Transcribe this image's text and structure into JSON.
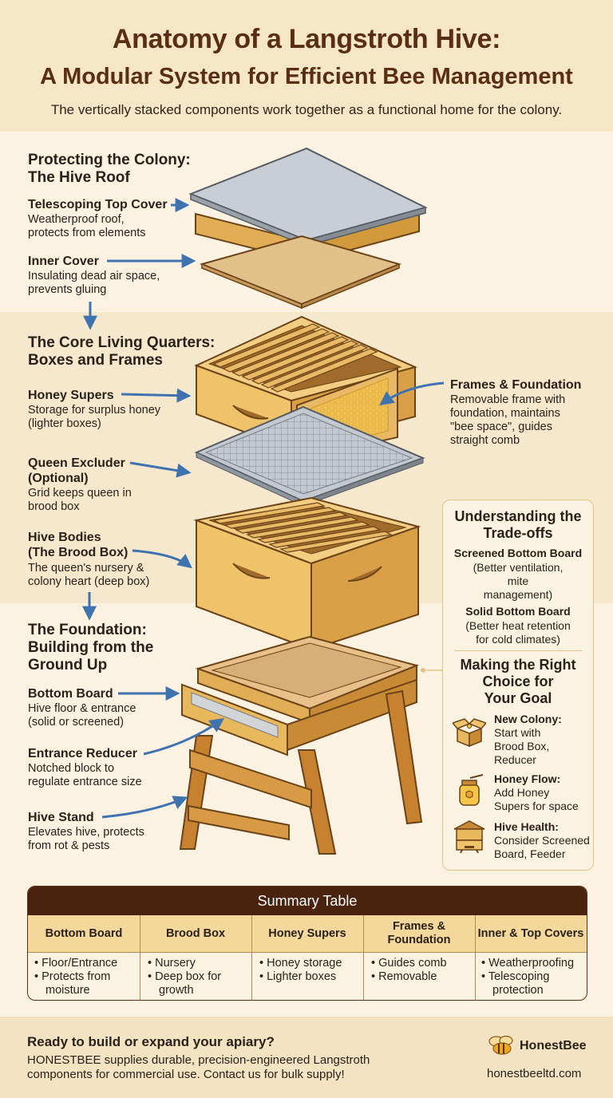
{
  "header": {
    "title_line1": "Anatomy of a Langstroth Hive:",
    "title_line2": "A Modular System for Efficient Bee Management",
    "subtitle": "The vertically stacked components work together as a functional home for the colony."
  },
  "sections": {
    "roof": {
      "heading_line1": "Protecting the Colony:",
      "heading_line2": "The Hive Roof",
      "items": [
        {
          "label": "Telescoping Top Cover",
          "desc_line1": "Weatherproof roof,",
          "desc_line2": "protects from elements"
        },
        {
          "label": "Inner Cover",
          "desc_line1": "Insulating dead air space,",
          "desc_line2": "prevents gluing"
        }
      ]
    },
    "core": {
      "heading_line1": "The Core Living Quarters:",
      "heading_line2": "Boxes and Frames",
      "items": [
        {
          "label": "Honey Supers",
          "desc_line1": "Storage for surplus honey",
          "desc_line2": "(lighter boxes)"
        },
        {
          "label_line1": "Queen Excluder",
          "label_line2": "(Optional)",
          "desc_line1": "Grid keeps queen in",
          "desc_line2": "brood box"
        },
        {
          "label_line1": "Hive Bodies",
          "label_line2": "(The Brood Box)",
          "desc_line1": "The queen's nursery &",
          "desc_line2": "colony heart (deep box)"
        }
      ],
      "frames": {
        "label": "Frames & Foundation",
        "desc_line1": "Removable frame with",
        "desc_line2": "foundation, maintains",
        "desc_line3": "\"bee space\", guides",
        "desc_line4": "straight comb"
      }
    },
    "foundation": {
      "heading_line1": "The Foundation:",
      "heading_line2": "Building from the",
      "heading_line3": "Ground Up",
      "items": [
        {
          "label": "Bottom Board",
          "desc_line1": "Hive floor & entrance",
          "desc_line2": "(solid or screened)"
        },
        {
          "label": "Entrance Reducer",
          "desc_line1": "Notched block to",
          "desc_line2": "regulate entrance size"
        },
        {
          "label": "Hive Stand",
          "desc_line1": "Elevates hive, protects",
          "desc_line2": "from rot & pests"
        }
      ]
    }
  },
  "tradeoffs": {
    "heading_line1": "Understanding the",
    "heading_line2": "Trade-offs",
    "screened_label": "Screened Bottom Board",
    "screened_desc_line1": "(Better ventilation,",
    "screened_desc_line2": "mite",
    "screened_desc_line3": "management)",
    "solid_label": "Solid Bottom Board",
    "solid_desc_line1": "(Better heat retention",
    "solid_desc_line2": "for cold climates)",
    "choice_line1": "Making the Right",
    "choice_line2": "Choice for",
    "choice_line3": "Your Goal",
    "goals": [
      {
        "label": "New Colony:",
        "line1": "Start with",
        "line2": "Brood Box,",
        "line3": "Reducer",
        "icon": "open-box-icon"
      },
      {
        "label": "Honey Flow:",
        "line1": "Add Honey",
        "line2": "Supers for space",
        "line3": "",
        "icon": "honey-jar-icon"
      },
      {
        "label": "Hive Health:",
        "line1": "Consider Screened",
        "line2": "Board, Feeder",
        "line3": "",
        "icon": "beehive-icon"
      }
    ]
  },
  "summary": {
    "title": "Summary Table",
    "columns": [
      {
        "header_line1": "Bottom Board",
        "header_line2": "",
        "b1": "• Floor/Entrance",
        "b2": "• Protects from",
        "b3": "moisture"
      },
      {
        "header_line1": "Brood Box",
        "header_line2": "",
        "b1": "• Nursery",
        "b2": "• Deep box for",
        "b3": "growth"
      },
      {
        "header_line1": "Honey Supers",
        "header_line2": "",
        "b1": "• Honey storage",
        "b2": "• Lighter boxes",
        "b3": ""
      },
      {
        "header_line1": "Frames &",
        "header_line2": "Foundation",
        "b1": "• Guides comb",
        "b2": "• Removable",
        "b3": ""
      },
      {
        "header_line1": "Inner & Top Covers",
        "header_line2": "",
        "b1": "• Weatherproofing",
        "b2": "• Telescoping",
        "b3": "protection"
      }
    ]
  },
  "footer": {
    "cta_heading": "Ready to build or expand your apiary?",
    "cta_line1": "HONESTBEE supplies durable, precision-engineered Langstroth",
    "cta_line2": "components for commercial use. Contact us for bulk supply!",
    "brand": "HonestBee",
    "website": "honestbeeltd.com"
  },
  "colors": {
    "title": "#5a2e12",
    "arrow": "#3f73b0",
    "wood": "#e8b85c",
    "wood_dark": "#c98a35",
    "table_header": "#4a230e"
  }
}
